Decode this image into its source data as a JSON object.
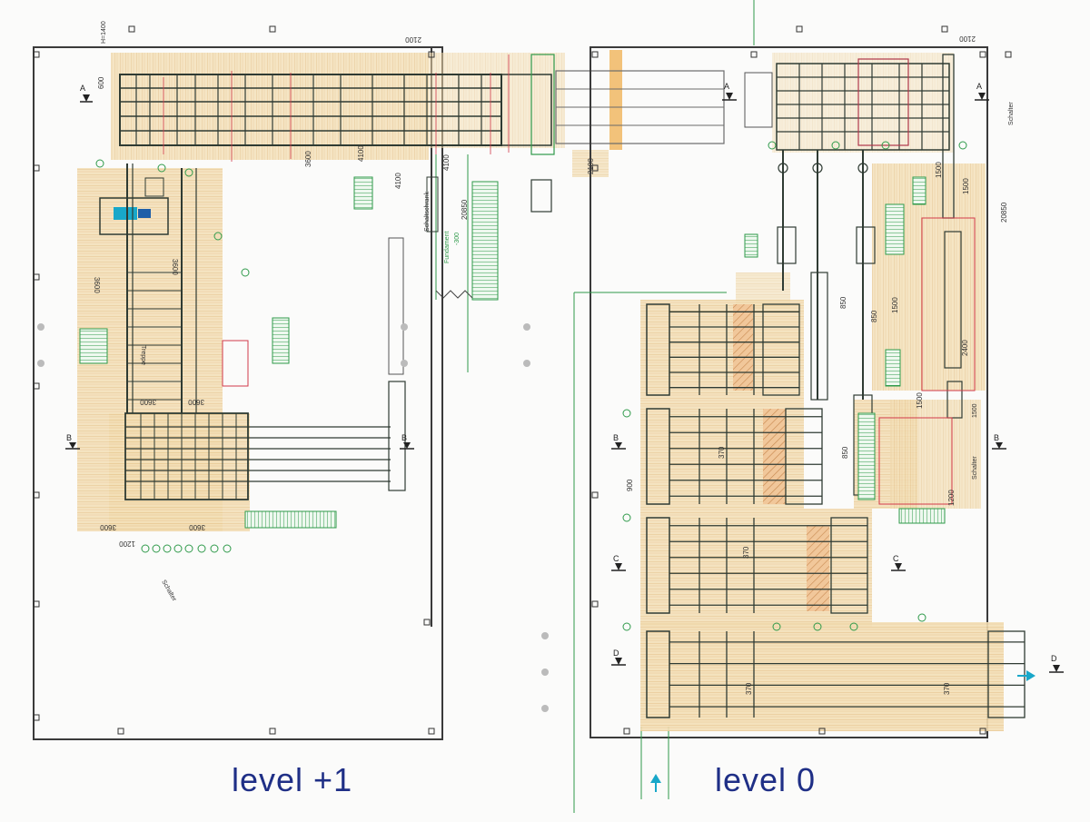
{
  "labels": {
    "level_plus1": "level +1",
    "level_0": "level 0"
  },
  "dimensions": {
    "d2100_left": "2100",
    "d2100_right": "2100",
    "d600": "600",
    "d3600_a": "3600",
    "d3600_b": "3600",
    "d3600_c": "3600",
    "d4100_a": "4100",
    "d4100_b": "4100",
    "d4100_c": "4100",
    "d20850_a": "20850",
    "d20850_b": "20850",
    "d2100_mid": "2100",
    "d1500_a": "1500",
    "d1500_b": "1500",
    "d1500_c": "1500",
    "d1500_d": "1500",
    "d2400": "2400",
    "d850_a": "850",
    "d850_b": "850",
    "d850_c": "850",
    "d370_a": "370",
    "d370_b": "370",
    "d370_c": "370",
    "d370_d": "370",
    "d900": "900",
    "d1200_a": "1200",
    "d1200_b": "1200",
    "d3600_inv_a": "3600",
    "d3600_inv_b": "3600",
    "d3600_inv_c": "3600",
    "d3600_inv_d": "3600",
    "d3600_inv_e": "3600"
  },
  "texts": {
    "h_label": "H=1400",
    "fundament": "Fundament",
    "fundament_depth": "-300",
    "schaltschrank": "Schaltschrank",
    "schalter_a": "Schalter",
    "schalter_b": "Schalter",
    "schalter_c": "Schalter",
    "treppe": "Treppe",
    "rotated_a": "3600"
  },
  "sections": {
    "A": "A",
    "B": "B",
    "C": "C",
    "D": "D"
  },
  "colors": {
    "wall": "#3a3a3a",
    "machine": "#2f3b33",
    "platform": "#e9c98f",
    "platform_hatch": "#d9a860",
    "green": "#2f9a4a",
    "red": "#d23a4a",
    "blue_text": "#1f2f86",
    "cyan": "#18a7c9",
    "orange_zone": "#f0b45a"
  }
}
